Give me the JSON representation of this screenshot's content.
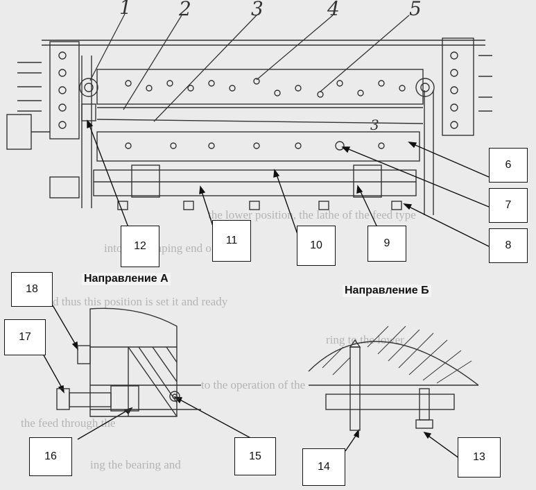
{
  "handwritten_labels": [
    "1",
    "2",
    "3",
    "4",
    "5"
  ],
  "inline_mark": "3",
  "callouts": [
    "6",
    "7",
    "8",
    "9",
    "10",
    "11",
    "12",
    "13",
    "14",
    "15",
    "16",
    "17",
    "18"
  ],
  "view_titles": {
    "a": "Направление А",
    "b": "Направление Б"
  },
  "background_text": [
    "the lower position, the lathe of the feed type",
    "into the scraping end of the",
    "and thus this position is set it and ready",
    "ring to the lower",
    "to the operation of the",
    "the feed through the",
    "ing the bearing and"
  ],
  "colors": {
    "paper": "#ebebeb",
    "ink": "#333333",
    "box_fill": "#ffffff",
    "box_border": "#111111"
  }
}
